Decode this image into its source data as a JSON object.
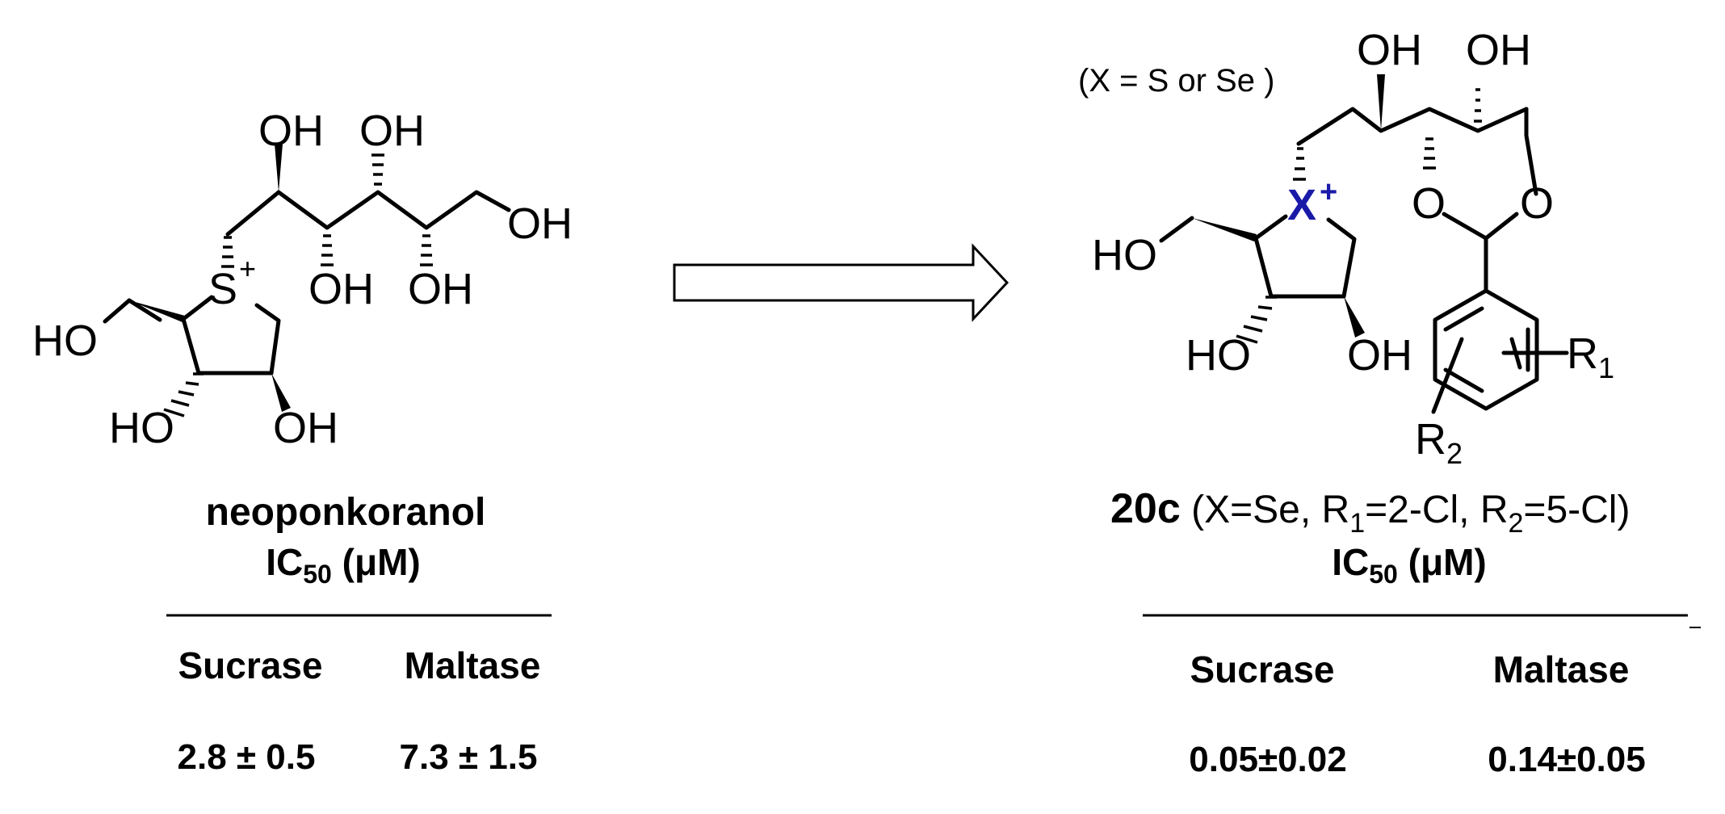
{
  "left": {
    "atoms": {
      "oh1": "OH",
      "oh2": "OH",
      "oh3": "OH",
      "oh4": "OH",
      "oh5": "OH",
      "ho_ch2": "HO",
      "ho_ring": "HO",
      "oh_ring": "OH",
      "s": "S",
      "charge": "+"
    },
    "name": "neoponkoranol",
    "ic50": {
      "prefix": "IC",
      "sub": "50",
      "unit": " (μM)"
    },
    "headers": [
      "Sucrase",
      "Maltase"
    ],
    "values": [
      "2.8  ± 0.5",
      "7.3  ± 1.5"
    ]
  },
  "right": {
    "note": "(X = S or Se )",
    "atoms": {
      "oh1": "OH",
      "oh2": "OH",
      "o1": "O",
      "o2": "O",
      "ho_ch2": "HO",
      "ho_ring": "HO",
      "oh_ring": "OH",
      "x": "X",
      "charge": "+",
      "r1": "R",
      "r1_sub": "1",
      "r2": "R",
      "r2_sub": "2"
    },
    "compound": "20c",
    "condition": {
      "a": " (X=Se, R",
      "a_sub": "1",
      "b": "=2-Cl, R",
      "b_sub": "2",
      "c": "=5-Cl)"
    },
    "ic50": {
      "prefix": "IC",
      "sub": "50",
      "unit": " (μM)"
    },
    "headers": [
      "Sucrase",
      "Maltase"
    ],
    "values": [
      "0.05±0.02",
      "0.14±0.05"
    ],
    "x_color": "#1a1aa8"
  }
}
